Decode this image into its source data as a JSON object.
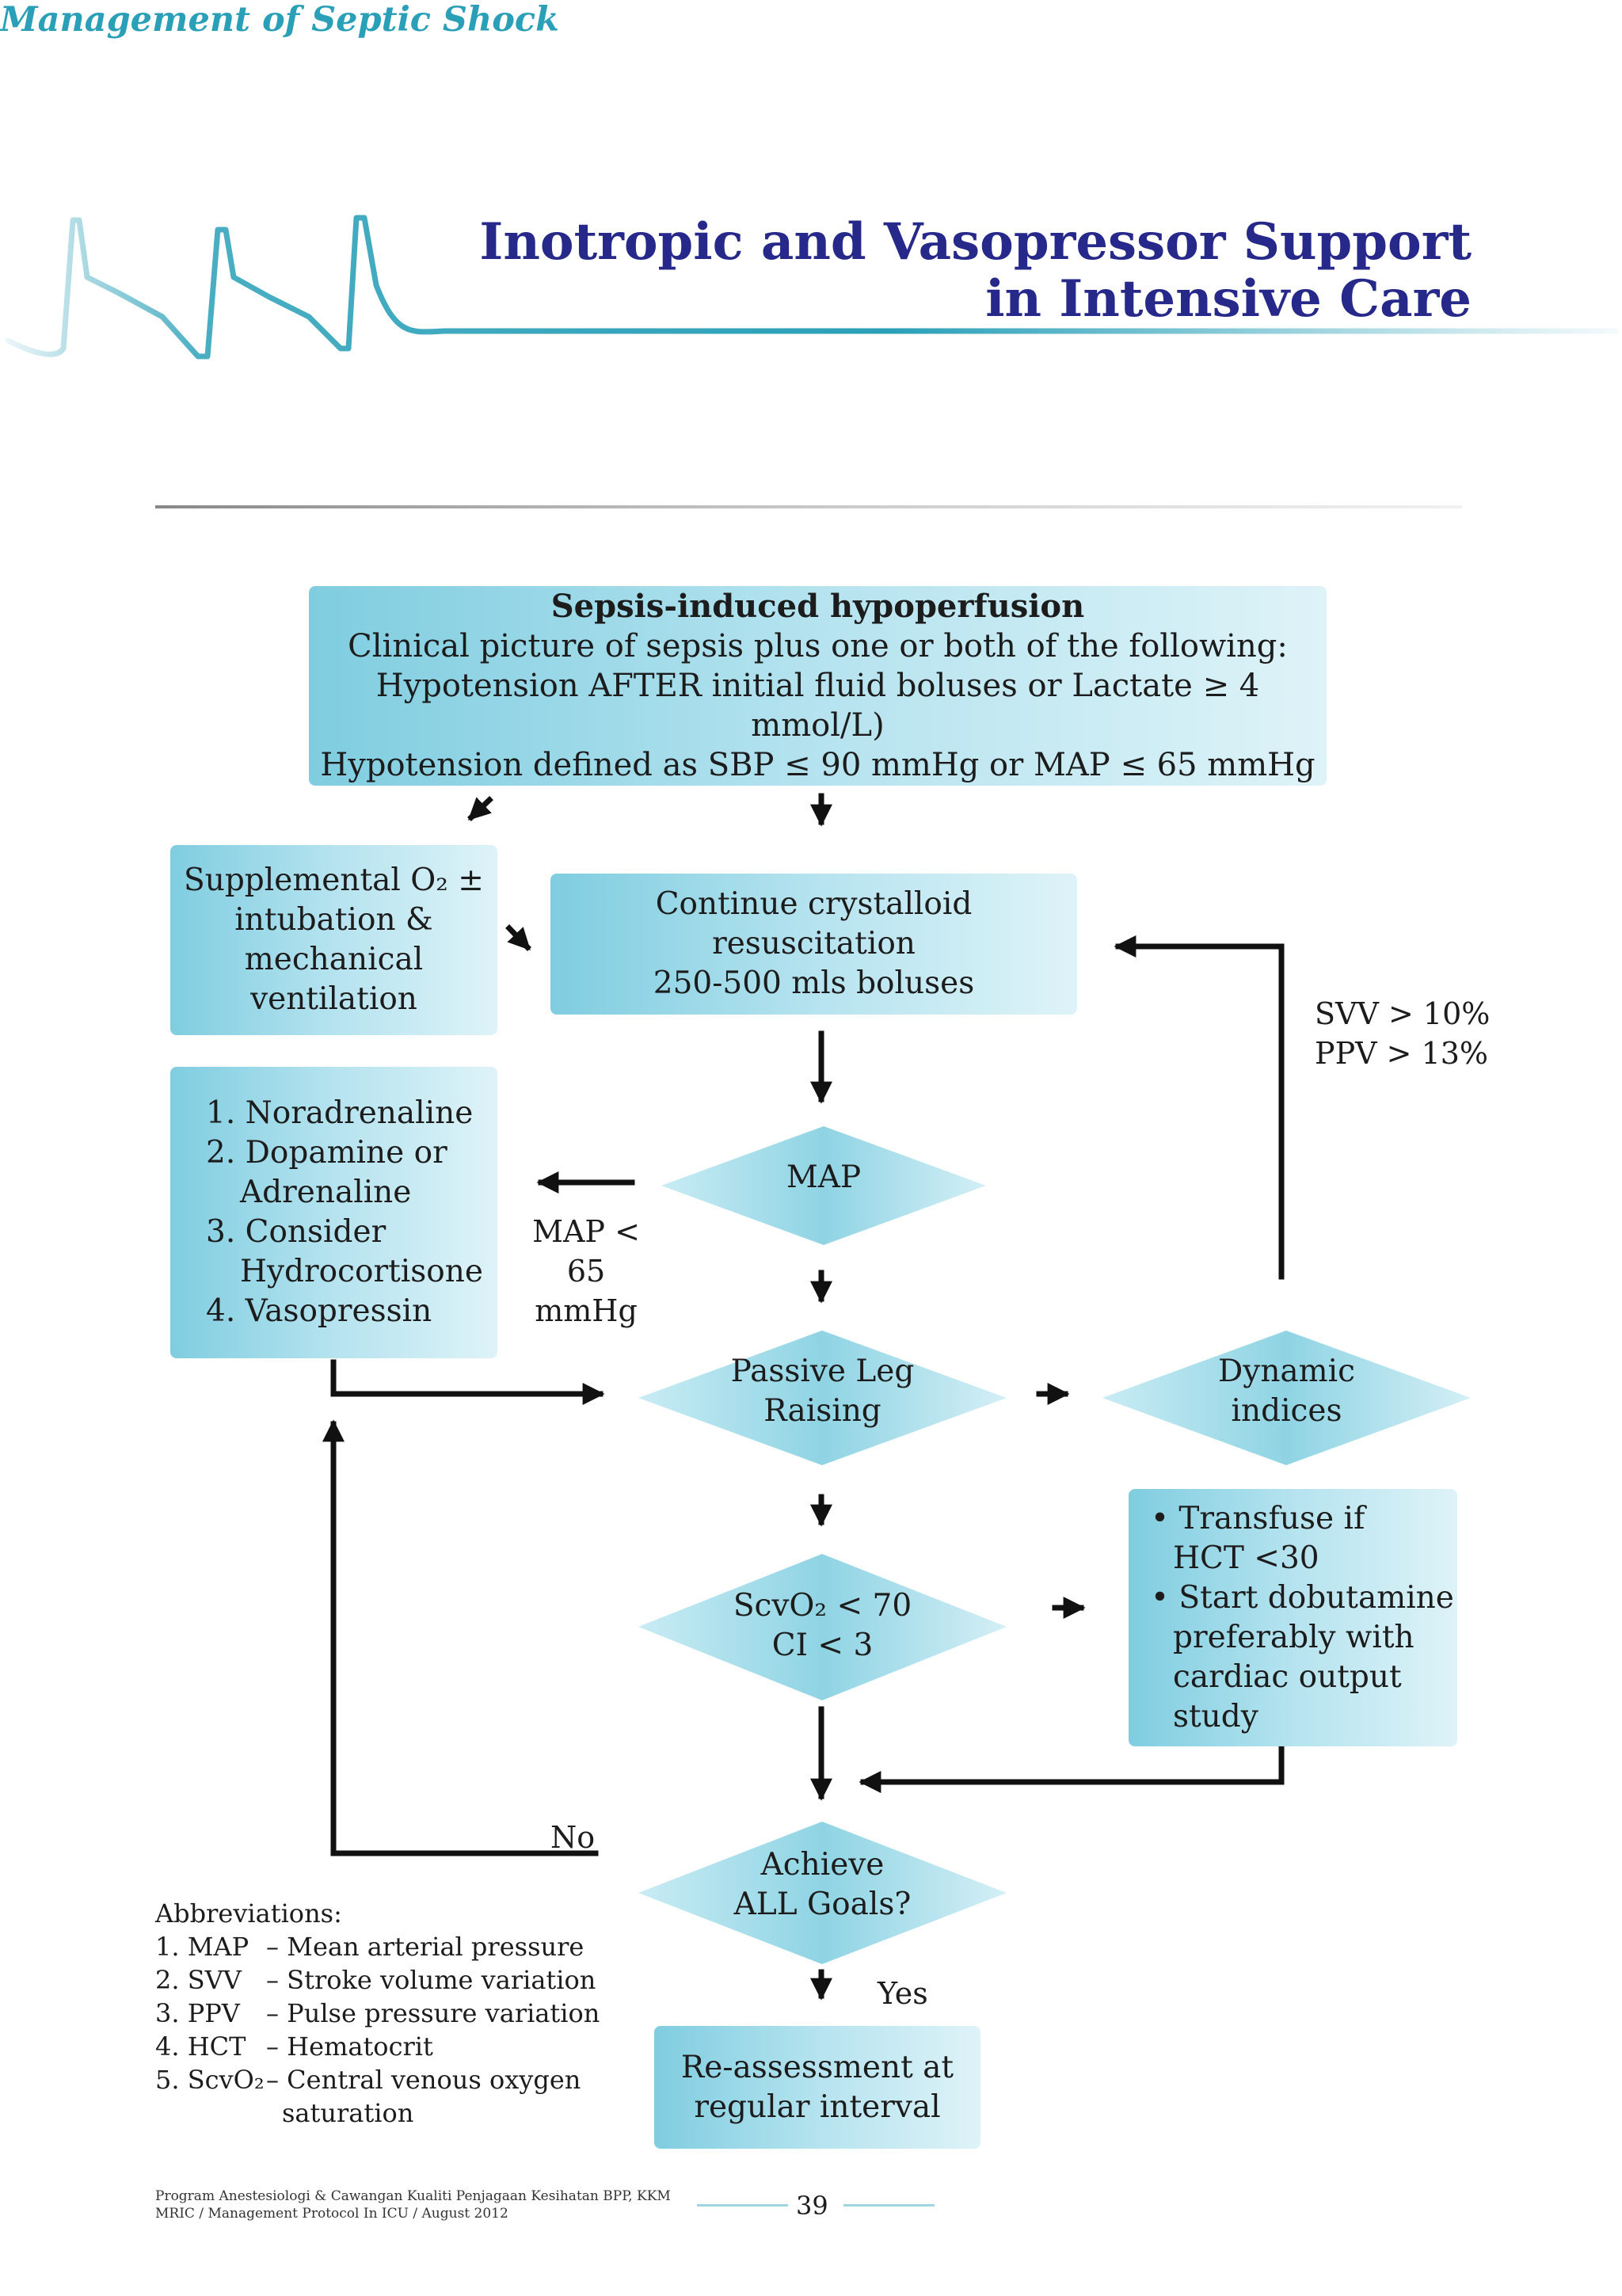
{
  "header": {
    "title_line1": "Inotropic and Vasopressor Support",
    "title_line2": "in Intensive Care",
    "accent_color": "#26288a",
    "wave_color": "#2aa0b8"
  },
  "section_title": "Management of Septic Shock",
  "flow": {
    "top_box": {
      "heading": "Sepsis-induced hypoperfusion",
      "line1": "Clinical picture of sepsis plus one or both of the following:",
      "line2": "Hypotension AFTER initial fluid boluses or Lactate ≥ 4 mmol/L)",
      "line3": "Hypotension defined as SBP ≤ 90 mmHg or MAP ≤ 65 mmHg"
    },
    "oxygen_box": {
      "line1": "Supplemental O₂ ±",
      "line2": "intubation &",
      "line3": "mechanical",
      "line4": "ventilation"
    },
    "crystalloid_box": {
      "line1": "Continue crystalloid resuscitation",
      "line2": "250-500 mls boluses"
    },
    "drugs_box": {
      "items": [
        "1. Noradrenaline",
        "2. Dopamine or",
        "Adrenaline",
        "3. Consider",
        "Hydrocortisone",
        "4. Vasopressin"
      ]
    },
    "map_diamond": "MAP",
    "map_condition": {
      "line1": "MAP < 65",
      "line2": "mmHg"
    },
    "plr_diamond": {
      "line1": "Passive Leg",
      "line2": "Raising"
    },
    "dynamic_diamond": {
      "line1": "Dynamic",
      "line2": "indices"
    },
    "svv_label": {
      "line1": "SVV > 10%",
      "line2": "PPV > 13%"
    },
    "transfuse_box": {
      "items": [
        "• Transfuse if",
        "HCT <30",
        "• Start dobutamine",
        "preferably with",
        "cardiac output",
        "study"
      ]
    },
    "scvo2_diamond": {
      "line1": "ScvO₂ < 70",
      "line2": "CI < 3"
    },
    "goals_diamond": {
      "line1": "Achieve",
      "line2": "ALL Goals?"
    },
    "no_label": "No",
    "yes_label": "Yes",
    "reassess_box": {
      "line1": "Re-assessment at",
      "line2": "regular interval"
    }
  },
  "abbreviations": {
    "heading": "Abbreviations:",
    "rows": [
      {
        "key": "1. MAP",
        "value": "– Mean arterial pressure"
      },
      {
        "key": "2. SVV",
        "value": "– Stroke volume variation"
      },
      {
        "key": "3. PPV",
        "value": "– Pulse pressure variation"
      },
      {
        "key": "4. HCT",
        "value": "– Hematocrit"
      },
      {
        "key": "5. ScvO₂",
        "value": "– Central venous oxygen"
      },
      {
        "key": "",
        "value": "saturation"
      }
    ]
  },
  "footer": {
    "line1": "Program Anestesiologi & Cawangan Kualiti Penjagaan Kesihatan BPP, KKM",
    "line2": "MRIC / Management Protocol In ICU / August 2012",
    "page_number": "39"
  }
}
